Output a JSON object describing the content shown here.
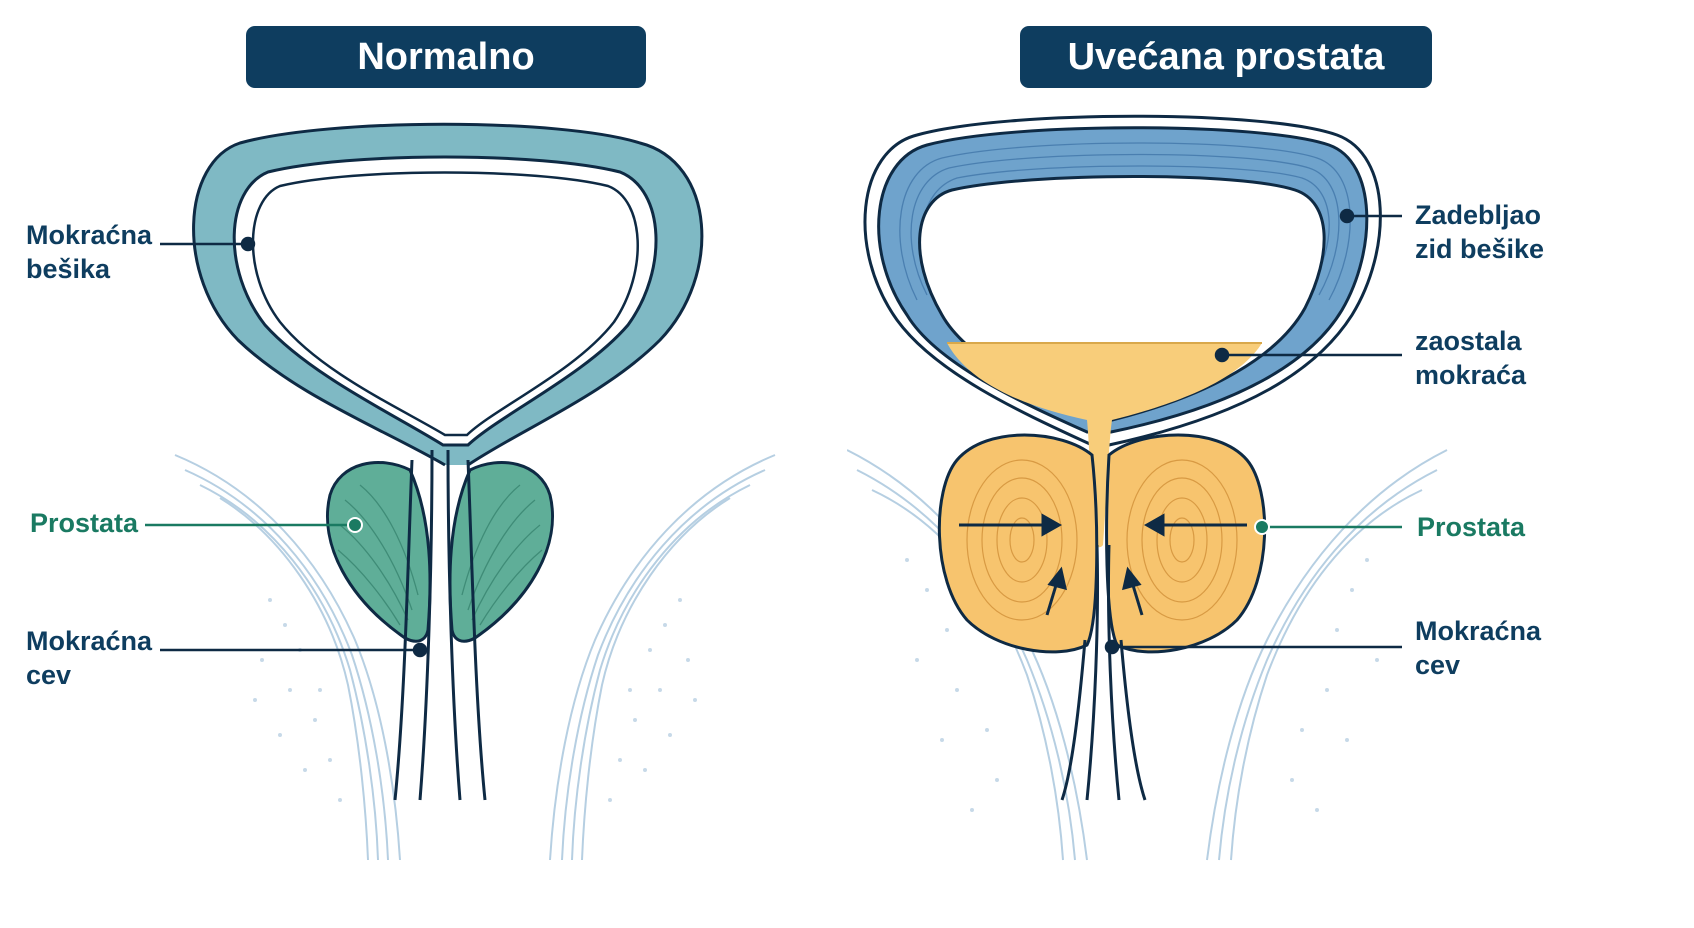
{
  "panels": [
    {
      "title": "Normalno",
      "labels": {
        "bladder": [
          "Mokraćna",
          "bešika"
        ],
        "prostate": [
          "Prostata"
        ],
        "urethra": [
          "Mokraćna",
          "cev"
        ]
      }
    },
    {
      "title": "Uvećana prostata",
      "labels": {
        "bladder_wall": [
          "Zadebljao",
          "zid bešike"
        ],
        "residual_urine": [
          "zaostala",
          "mokraća"
        ],
        "prostate": [
          "Prostata"
        ],
        "urethra": [
          "Mokraćna",
          "cev"
        ]
      }
    }
  ],
  "colors": {
    "title_bg": "#0e3d5f",
    "label_text": "#0e3d5f",
    "prostate_label": "#1a7a62",
    "normal_wall": "#7fb9c4",
    "normal_prostate": "#5fae98",
    "thick_wall": "#6fa3cc",
    "enlarged_prostate": "#f7c46e",
    "residual_urine": "#f8cd7a",
    "outline": "#0e2a44"
  }
}
